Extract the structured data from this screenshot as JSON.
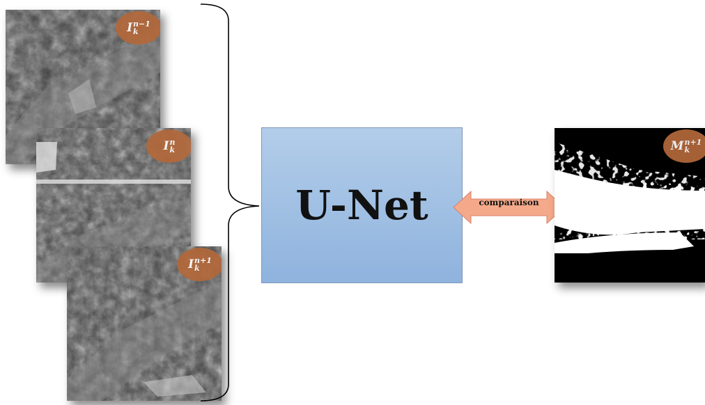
{
  "input_frames": [
    {
      "label_base": "I",
      "label_sub": "k",
      "label_sup": "n−1"
    },
    {
      "label_base": "I",
      "label_sub": "k",
      "label_sup": "n"
    },
    {
      "label_base": "I",
      "label_sub": "k",
      "label_sup": "n+1"
    }
  ],
  "model": {
    "name": "U-Net"
  },
  "connector": {
    "label": "comparaison"
  },
  "output_mask": {
    "label_base": "M",
    "label_sub": "k",
    "label_sup": "n+1"
  },
  "colors": {
    "badge": "#b2683b",
    "model_top": "#b3cde9",
    "model_bottom": "#8fb3de",
    "arrow_fill": "#f4a98a",
    "arrow_stroke": "#d9826a"
  }
}
